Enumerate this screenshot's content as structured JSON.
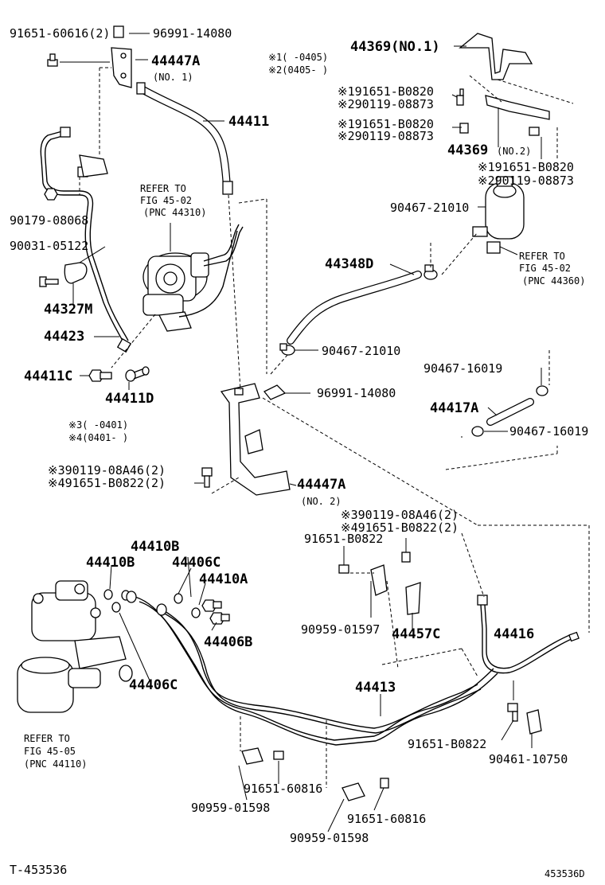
{
  "labels": {
    "p_91651_60616_2": "91651-60616(2)",
    "p_96991_14080_top": "96991-14080",
    "p_44447A_top": "44447A",
    "no1_a": "(NO. 1)",
    "p_44411": "44411",
    "p_90179_08068": "90179-08068",
    "p_90031_05122": "90031-05122",
    "p_44327M": "44327M",
    "p_44423": "44423",
    "p_44411C": "44411C",
    "p_44411D": "44411D",
    "refer_pump_1": "REFER TO",
    "refer_pump_2": "FIG 45-02",
    "refer_pump_3": "(PNC 44310)",
    "note_1": "※1(    -0405)",
    "note_2": "※2(0405-    )",
    "p_44369_no1": "44369(NO.1)",
    "p_s1_91651_B0820_a": "※191651-B0820",
    "p_s2_90119_08873_a": "※290119-08873",
    "p_s1_91651_B0820_b": "※191651-B0820",
    "p_s2_90119_08873_b": "※290119-08873",
    "p_44369": "44369",
    "no2_a": "(NO.2)",
    "p_s1_91651_B0820_c": "※191651-B0820",
    "p_s2_90119_08873_c": "※290119-08873",
    "p_90467_21010_a": "90467-21010",
    "refer_res_1": "REFER TO",
    "refer_res_2": "FIG 45-02",
    "refer_res_3": "(PNC 44360)",
    "p_44348D": "44348D",
    "p_90467_21010_b": "90467-21010",
    "p_90467_16019_a": "90467-16019",
    "p_96991_14080_mid": "96991-14080",
    "p_44417A": "44417A",
    "p_90467_16019_b": "90467-16019",
    "note_3": "※3(    -0401)",
    "note_4": "※4(0401-    )",
    "p_s3_90119_08A46_2_a": "※390119-08A46(2)",
    "p_s4_91651_B0822_2_a": "※491651-B0822(2)",
    "p_44447A_mid": "44447A",
    "no2_b": "(NO. 2)",
    "p_s3_90119_08A46_2_b": "※390119-08A46(2)",
    "p_s4_91651_B0822_2_b": "※491651-B0822(2)",
    "p_91651_B0822_a": "91651-B0822",
    "p_44410B_a": "44410B",
    "p_44410B_b": "44410B",
    "p_44406C_a": "44406C",
    "p_44410A": "44410A",
    "p_44406B": "44406B",
    "p_44406C_b": "44406C",
    "p_90959_01597": "90959-01597",
    "p_44457C": "44457C",
    "p_44416": "44416",
    "p_44413": "44413",
    "refer_gear_1": "REFER TO",
    "refer_gear_2": "FIG 45-05",
    "refer_gear_3": "(PNC 44110)",
    "p_91651_B0822_b": "91651-B0822",
    "p_90461_10750": "90461-10750",
    "p_91651_60816_a": "91651-60816",
    "p_90959_01598_a": "90959-01598",
    "p_91651_60816_b": "91651-60816",
    "p_90959_01598_b": "90959-01598",
    "footer_left": "T-453536",
    "footer_right": "453536D"
  }
}
